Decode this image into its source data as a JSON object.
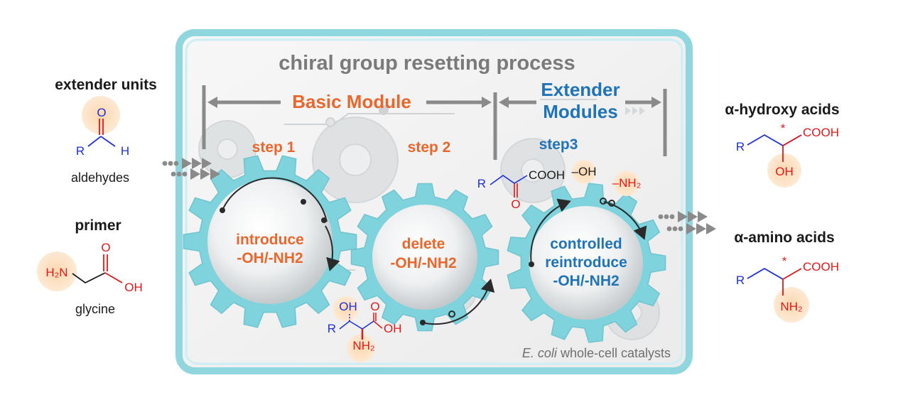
{
  "colors": {
    "orange_label": "#e8672d",
    "blue_label": "#1f73b7",
    "gray_title": "#7a7a7a",
    "gear_fill": "#7fd3dd",
    "frame": "#8fd6df",
    "chem_blue": "#1d2fd8",
    "chem_red": "#e01818",
    "highlight": "#fbdcb8",
    "arrow_gray": "#8a8a8a",
    "dark": "#1a1a1a"
  },
  "left": {
    "extender_title": "extender units",
    "extender_caption": "aldehydes",
    "aldehyde": {
      "o": "O",
      "r": "R",
      "h": "H"
    },
    "primer_title": "primer",
    "primer_caption": "glycine",
    "glycine": {
      "nh2": "H₂N",
      "o": "O",
      "oh": "OH"
    }
  },
  "center": {
    "process_title": "chiral group resetting process",
    "basic_module": "Basic Module",
    "extender_modules_line1": "Extender",
    "extender_modules_line2": "Modules",
    "step1": "step 1",
    "step2": "step 2",
    "step3": "step3",
    "gear1_line1": "introduce",
    "gear1_line2": "-OH/-NH2",
    "gear2_line1": "delete",
    "gear2_line2": "-OH/-NH2",
    "gear3_line1": "controlled",
    "gear3_line2": "reintroduce",
    "gear3_line3": "-OH/-NH2",
    "ketoacid": {
      "r": "R",
      "cooh": "COOH",
      "o": "O"
    },
    "reagent_oh": "–OH",
    "reagent_nh2": "–NH₂",
    "intermediate": {
      "oh_top": "OH",
      "r": "R",
      "o": "O",
      "oh": "OH",
      "nh2": "NH₂"
    },
    "footer_italic": "E. coli",
    "footer_rest": " whole-cell catalysts"
  },
  "right": {
    "hydroxy_title": "α-hydroxy acids",
    "amino_title": "α-amino acids",
    "hydroxy": {
      "r": "R",
      "star": "*",
      "cooh": "COOH",
      "oh": "OH"
    },
    "amino": {
      "r": "R",
      "star": "*",
      "cooh": "COOH",
      "nh2": "NH₂"
    }
  }
}
